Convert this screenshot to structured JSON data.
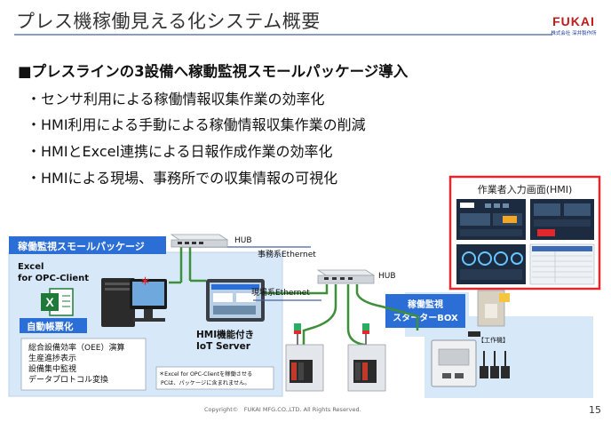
{
  "slide": {
    "title": "プレス機稼働見える化システム概要",
    "heading": "■プレスラインの3設備へ稼動監視スモールパッケージ導入",
    "bullets": [
      "・センサ利用による稼働情報収集作業の効率化",
      "・HMI利用による手動による稼働情報収集作業の削減",
      "・HMIとExcel連携による日報作成作業の効率化",
      "・HMIによる現場、事務所での収集情報の可視化"
    ],
    "page_number": "15",
    "copyright": "Copyright©　FUKAI MFG.CO.,LTD. All Rights Reserved."
  },
  "logo": {
    "brand": "FUKAI",
    "sub": "株式会社 深井製作所"
  },
  "diagram": {
    "package_title": "稼働監視スモールパッケージ",
    "excel_line1": "Excel",
    "excel_line2": "for OPC-Client",
    "auto_report": "自動帳票化",
    "features": [
      "総合設備効率（OEE）演算",
      "生産進捗表示",
      "設備集中監視",
      "データプロトコル変換"
    ],
    "hmi_line1": "HMI機能付き",
    "hmi_line2": "IoT Server",
    "note_line1": "＊Excel for OPC-Clientを稼働させる",
    "note_line2": "PCは、パッケージに含まれません。",
    "asterisk": "＊",
    "hub1": "HUB",
    "hub2": "HUB",
    "office_net": "事務系Ethernet",
    "field_net": "現場系Ethernet",
    "hmi_screen_title": "作業者入力画面(HMI)",
    "box_line1": "稼働監視",
    "box_line2": "スターターBOX",
    "machine_tag": "【工作機】"
  },
  "colors": {
    "accent_blue": "#2a6ed6",
    "highlight_red": "#e0282d",
    "network_green": "#3e8f3a",
    "excel_green": "#1f7a3a"
  }
}
